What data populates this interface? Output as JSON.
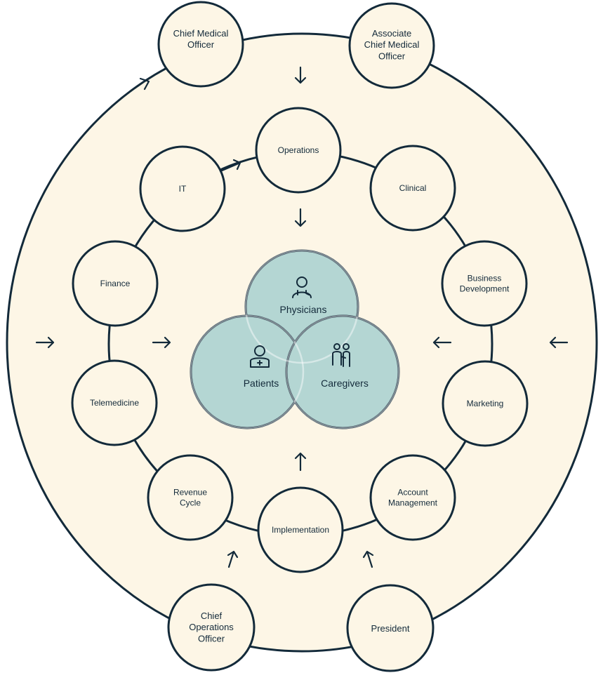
{
  "diagram": {
    "outer_nodes": {
      "chief_medical_officer": "Chief Medical Officer",
      "associate_chief_medical_officer": "Associate Chief Medical Officer",
      "chief_operations_officer": "Chief Operations Officer",
      "president": "President"
    },
    "inner_nodes": {
      "operations": "Operations",
      "clinical": "Clinical",
      "business_development": "Business Development",
      "marketing": "Marketing",
      "account_management": "Account Management",
      "implementation": "Implementation",
      "revenue_cycle": "Revenue Cycle",
      "telemedicine": "Telemedicine",
      "finance": "Finance",
      "it": "IT"
    },
    "core": {
      "physicians": "Physicians",
      "patients": "Patients",
      "caregivers": "Caregivers"
    },
    "icons": {
      "physicians": "doctor-stethoscope-icon",
      "patients": "patient-icon",
      "caregivers": "caregiver-icon",
      "arrows": "arrow-icon"
    },
    "colors": {
      "node_fill": "#fdf6e6",
      "outline": "#132a3a",
      "core_fill": "#b4d6d3"
    }
  }
}
